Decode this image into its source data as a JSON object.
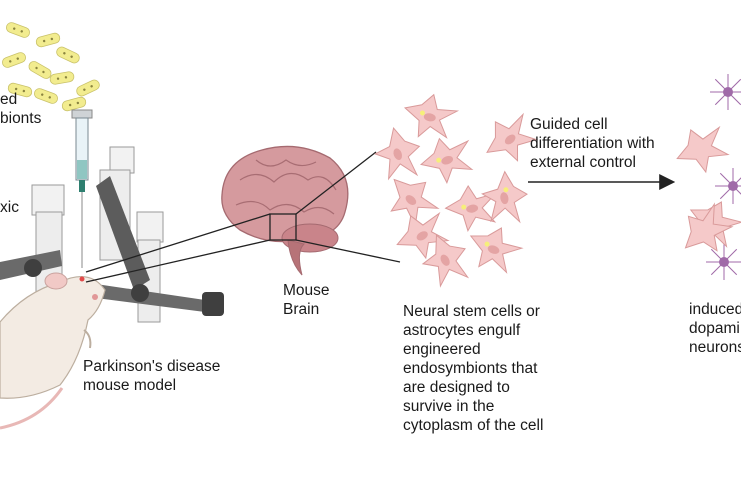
{
  "labels": {
    "endosymbionts_partial": "ed\nbionts",
    "stereotaxic_partial": "xic",
    "mouse_brain": "Mouse\nBrain",
    "pd_model": "Parkinson's disease\nmouse model",
    "guided_diff": "Guided cell\ndifferentiation with\nexternal control",
    "stem_cells": "Neural stem cells or\nastrocytes engulf\nengineered\nendosymbionts that\nare designed to\nsurvive in the\ncytoplasm of the cell",
    "induced_partial": "induced\ndopami\nneurons"
  },
  "colors": {
    "cell_fill": "#f5c9c9",
    "cell_stroke": "#d99a9a",
    "nucleus": "#e4a4a4",
    "bacteria": "#f2ec8f",
    "brain": "#c98a8f",
    "neuron": "#a06aa8",
    "mouse": "#f3ebe3"
  }
}
